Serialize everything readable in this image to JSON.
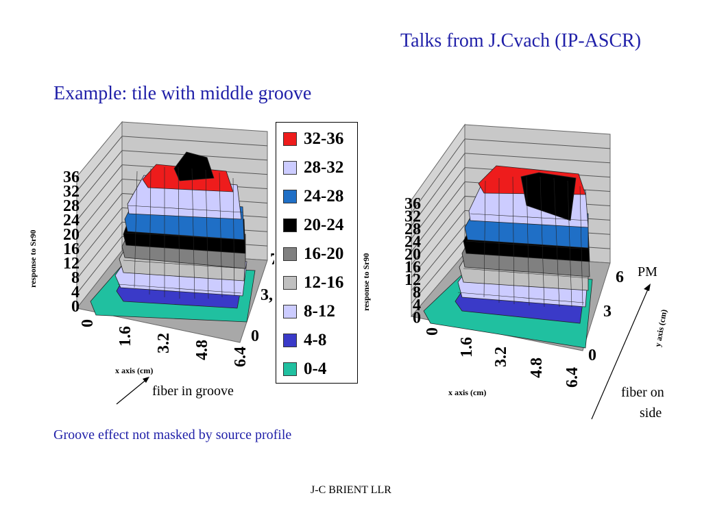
{
  "slide": {
    "header": "Talks from J.Cvach (IP-ASCR)",
    "subtitle": "Example: tile with middle groove",
    "note": "Groove effect not masked by source profile",
    "footer": "J-C BRIENT  LLR"
  },
  "legend": [
    {
      "label": "32-36",
      "color": "#ee1c1c"
    },
    {
      "label": "28-32",
      "color": "#ccccff"
    },
    {
      "label": "24-28",
      "color": "#1f6fc6"
    },
    {
      "label": "20-24",
      "color": "#000000"
    },
    {
      "label": "16-20",
      "color": "#808080"
    },
    {
      "label": "12-16",
      "color": "#c0c0c0"
    },
    {
      "label": "8-12",
      "color": "#ccccff"
    },
    {
      "label": "4-8",
      "color": "#3a3ac8"
    },
    {
      "label": "0-4",
      "color": "#20c0a0"
    }
  ],
  "annotations": {
    "left": "fiber in groove",
    "right_pm": "PM",
    "right_fiber_line1": "fiber on",
    "right_fiber_line2": "side"
  },
  "chart_data": [
    {
      "type": "surface",
      "zlabel": "response to Sr90",
      "xlabel": "x axis (cm)",
      "z_ticks": [
        "36",
        "32",
        "28",
        "24",
        "20",
        "16",
        "12",
        "8",
        "4",
        "0"
      ],
      "x_ticks": [
        "0",
        "1.6",
        "3.2",
        "4.8",
        "6.4"
      ],
      "y_ticks": [
        "0",
        "3,",
        "7"
      ],
      "zlim": [
        0,
        36
      ],
      "peak_band": "32-36"
    },
    {
      "type": "surface",
      "zlabel": "response to Sr90",
      "xlabel": "x axis (cm)",
      "ylabel": "y axis (cm)",
      "z_ticks": [
        "36",
        "32",
        "28",
        "24",
        "20",
        "16",
        "12",
        "8",
        "4",
        "0"
      ],
      "x_ticks": [
        "0",
        "1.6",
        "3.2",
        "4.8",
        "6.4"
      ],
      "y_ticks": [
        "0",
        "3",
        "6"
      ],
      "zlim": [
        0,
        36
      ],
      "peak_band": "32-36"
    }
  ]
}
